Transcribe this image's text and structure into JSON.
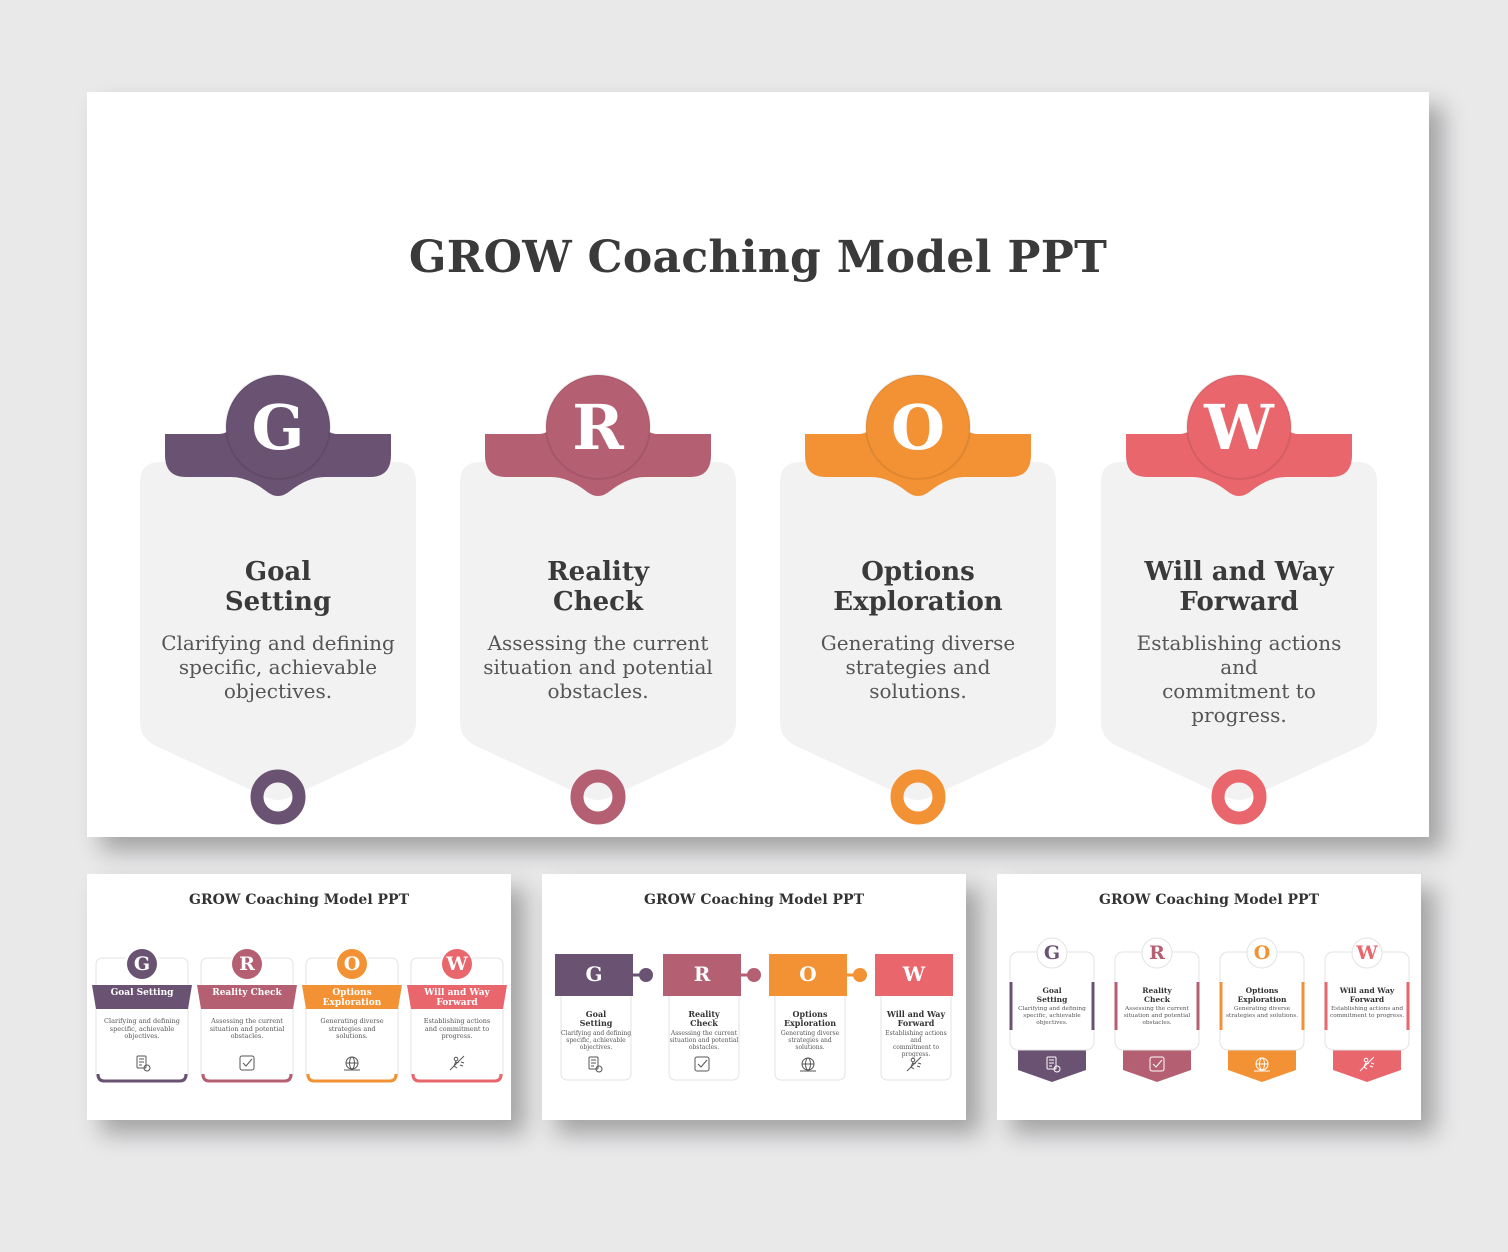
{
  "main_slide": {
    "title": "GROW Coaching Model PPT",
    "cards": [
      {
        "letter": "G",
        "title_lines": [
          "Goal",
          "Setting"
        ],
        "desc_lines": [
          "Clarifying and defining",
          "specific, achievable",
          "objectives."
        ],
        "color": "#6a5272"
      },
      {
        "letter": "R",
        "title_lines": [
          "Reality",
          "Check"
        ],
        "desc_lines": [
          "Assessing the current",
          "situation and potential",
          "obstacles."
        ],
        "color": "#b45f72"
      },
      {
        "letter": "O",
        "title_lines": [
          "Options",
          "Exploration"
        ],
        "desc_lines": [
          "Generating diverse",
          "strategies and solutions."
        ],
        "color": "#f39234"
      },
      {
        "letter": "W",
        "title_lines": [
          "Will and Way",
          "Forward"
        ],
        "desc_lines": [
          "Establishing actions and",
          "commitment to progress."
        ],
        "color": "#e8666c"
      }
    ]
  },
  "thumbnails": [
    {
      "title": "GROW Coaching Model PPT",
      "items": [
        {
          "letter": "G",
          "label": "Goal Setting",
          "desc_lines": [
            "Clarifying and defining",
            "specific, achievable",
            "objectives."
          ],
          "icon": "checklist-icon"
        },
        {
          "letter": "R",
          "label": "Reality Check",
          "desc_lines": [
            "Assessing the current",
            "situation and potential",
            "obstacles."
          ],
          "icon": "checkbox-icon"
        },
        {
          "letter": "O",
          "label": "Options Exploration",
          "desc_lines": [
            "Generating diverse",
            "strategies and",
            "solutions."
          ],
          "icon": "globe-icon"
        },
        {
          "letter": "W",
          "label": "Will and Way Forward",
          "desc_lines": [
            "Establishing actions",
            "and commitment to",
            "progress."
          ],
          "icon": "climber-icon"
        }
      ]
    },
    {
      "title": "GROW Coaching Model PPT",
      "items": [
        {
          "letter": "G",
          "head_lines": [
            "Goal",
            "Setting"
          ],
          "desc_lines": [
            "Clarifying and defining",
            "specific, achievable",
            "objectives."
          ],
          "icon": "checklist-icon"
        },
        {
          "letter": "R",
          "head_lines": [
            "Reality",
            "Check"
          ],
          "desc_lines": [
            "Assessing the current",
            "situation and potential",
            "obstacles."
          ],
          "icon": "checkbox-icon"
        },
        {
          "letter": "O",
          "head_lines": [
            "Options",
            "Exploration"
          ],
          "desc_lines": [
            "Generating diverse",
            "strategies and solutions."
          ],
          "icon": "globe-icon"
        },
        {
          "letter": "W",
          "head_lines": [
            "Will and Way",
            "Forward"
          ],
          "desc_lines": [
            "Establishing actions and",
            "commitment to progress."
          ],
          "icon": "climber-icon"
        }
      ]
    },
    {
      "title": "GROW Coaching Model PPT",
      "items": [
        {
          "letter": "G",
          "head_lines": [
            "Goal",
            "Setting"
          ],
          "desc_lines": [
            "Clarifying and defining",
            "specific, achievable",
            "objectives."
          ],
          "icon": "checklist-icon"
        },
        {
          "letter": "R",
          "head_lines": [
            "Reality",
            "Check"
          ],
          "desc_lines": [
            "Assessing the current",
            "situation and potential",
            "obstacles."
          ],
          "icon": "checkbox-icon"
        },
        {
          "letter": "O",
          "head_lines": [
            "Options",
            "Exploration"
          ],
          "desc_lines": [
            "Generating diverse",
            "strategies and solutions."
          ],
          "icon": "globe-icon"
        },
        {
          "letter": "W",
          "head_lines": [
            "Will and Way",
            "Forward"
          ],
          "desc_lines": [
            "Establishing actions and",
            "commitment to progress."
          ],
          "icon": "climber-icon"
        }
      ]
    }
  ],
  "colors": {
    "purple": "#6a5272",
    "mauve": "#b45f72",
    "orange": "#f39234",
    "coral": "#e8666c",
    "card_bg": "#f2f2f2",
    "background": "#e9e9ea"
  }
}
